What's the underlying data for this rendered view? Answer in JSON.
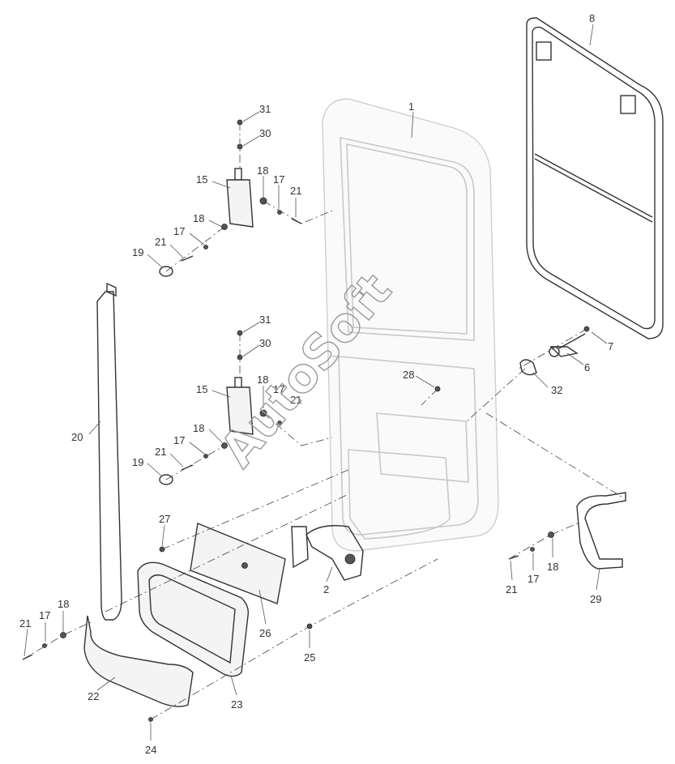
{
  "watermark": "AutoSoft",
  "callouts": {
    "c1": "1",
    "c2": "2",
    "c6": "6",
    "c7": "7",
    "c8": "8",
    "c15a": "15",
    "c15b": "15",
    "c17a": "17",
    "c17b": "17",
    "c17c": "17",
    "c17d": "17",
    "c17e": "17",
    "c17f": "17",
    "c18a": "18",
    "c18b": "18",
    "c18c": "18",
    "c18d": "18",
    "c18e": "18",
    "c18f": "18",
    "c19a": "19",
    "c19b": "19",
    "c20": "20",
    "c21a": "21",
    "c21b": "21",
    "c21c": "21",
    "c21d": "21",
    "c21e": "21",
    "c21f": "21",
    "c22": "22",
    "c23": "23",
    "c24": "24",
    "c25": "25",
    "c26": "26",
    "c27": "27",
    "c28": "28",
    "c29": "29",
    "c30a": "30",
    "c30b": "30",
    "c31a": "31",
    "c31b": "31",
    "c32": "32"
  },
  "colors": {
    "line": "#333333",
    "ghost": "#c8c8c8",
    "text": "#333333",
    "background": "#ffffff"
  }
}
